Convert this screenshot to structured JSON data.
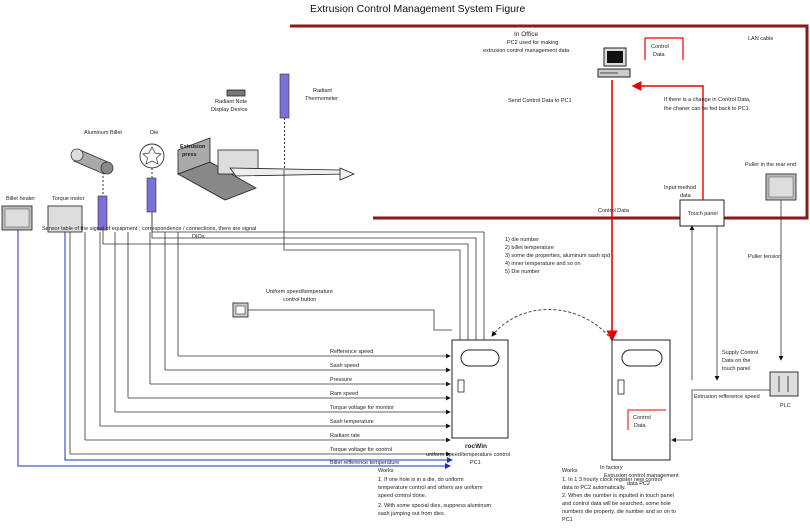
{
  "title": "Extrusion Control Management System Figure",
  "office": {
    "heading": "In Office",
    "lines": [
      "PC2 used for making",
      "extrusion control management data"
    ],
    "control_data_label": [
      "Control",
      "Data"
    ],
    "lan_label": "LAN cable",
    "send_label": "Send Control Data to PC1",
    "feedback_note": [
      "If there is a change in Control Data,",
      "the chaner can be fed back to PC1."
    ]
  },
  "devices": {
    "radiant_note": [
      "Radiant Note",
      "Display Device"
    ],
    "radiant_thermometer": [
      "Radiant",
      "Thermometer"
    ],
    "billet": "Aluminum Billet",
    "die": "Die",
    "extrusion_press": [
      "Extrusion",
      "press"
    ],
    "billet_heater": "Billet heater",
    "torque_motor": "Torque motor",
    "input_label": [
      "Input method",
      "data"
    ],
    "touch_panel": "Touch panel",
    "puller": "Puller in the rear end",
    "puller_tension": "Puller tension",
    "plc": "PLC"
  },
  "signals": {
    "sensor_note": "Sensor table of the signal of equipment ; correspondence / connections, there are signal",
    "dio": "DIOs",
    "uniform_button": [
      "Uniform speed/temperature",
      "control button"
    ],
    "rows": [
      "Refference speed",
      "Sash speed",
      "Pressure",
      "Ram speed",
      "Torque voltage for monitor",
      "Sash temperature",
      "Radiant rate",
      "Torque voltage for control",
      "Billet refference temperature"
    ],
    "control_data_mid": "Control Data",
    "die_info": [
      "1) die number",
      "2) billet temperature",
      "3) some die properties, aluminum sash spd",
      "4) inner temperature and so on",
      "5) Die number"
    ],
    "supply_label": [
      "Supply Control",
      "Data on the",
      "touch panel"
    ],
    "extrusion_ref": "Extrusion refference speed"
  },
  "pc1": {
    "name": "rocWin",
    "subtitle": [
      "uniform speed/temperature control",
      "PC1"
    ],
    "works_heading": "Works",
    "works": [
      "1. If one hole is in a die, do uniform",
      "temperature control and others are uniform",
      "speed control done.",
      "2. With some special dies, suppress aluminum",
      "sash jumping out from dies."
    ]
  },
  "factory": {
    "heading": "In factory",
    "lines": [
      "Extrusion control management",
      "data PC2"
    ],
    "control_data": [
      "Control",
      "Data"
    ],
    "works_heading": "Works",
    "works": [
      "1. In 1 3 hourly clock register new control",
      "data to PC2 automatically.",
      "2. When die number is inputted in touch panel",
      "and control data will be searched, some hole",
      "numbers die property, die number and so on to",
      "PC1"
    ]
  }
}
